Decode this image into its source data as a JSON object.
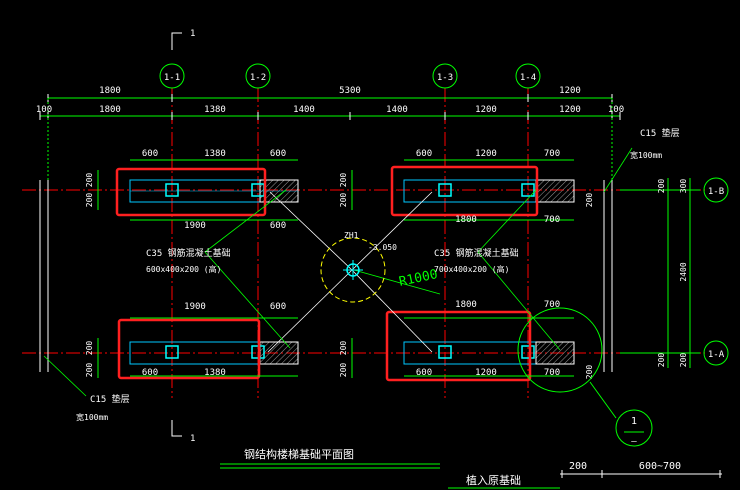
{
  "axes_top": {
    "h1": "1-1",
    "h2": "1-2",
    "h3": "1-3",
    "h4": "1-4"
  },
  "axes_right": {
    "b": "1-B",
    "a": "1-A"
  },
  "section_mark_top": "1",
  "section_mark_bottom": "1",
  "dims_row1": [
    "1800",
    "5300",
    "1200"
  ],
  "dims_row2": [
    "100",
    "1800",
    "1380",
    "1400",
    "1400",
    "1200",
    "1200",
    "100"
  ],
  "dims_upper_left": [
    "600",
    "1380",
    "600"
  ],
  "dims_upper_right": [
    "600",
    "1200",
    "700"
  ],
  "dims_lower_left_top": [
    "1900",
    "600"
  ],
  "dims_lower_right_top": [
    "1800",
    "700"
  ],
  "dims_lower_left_bottom": [
    "600",
    "1380"
  ],
  "dims_lower_right_bottom": [
    "600",
    "1200",
    "700"
  ],
  "dims_upper_left_bottom": [
    "1900",
    "600"
  ],
  "dims_upper_right_bottom": [
    "1800",
    "700"
  ],
  "dims_side_small": "200",
  "dims_right_vertical": [
    "200",
    "300",
    "2400",
    "200",
    "200"
  ],
  "labels": {
    "c15_top": "C15  垫层",
    "c15_top_width": "宽100mm",
    "c15_bottom": "C15  垫层",
    "c15_bottom_width": "宽100mm",
    "footing_left": "C35  钢筋混凝土基础",
    "footing_left_size": "600x400x200   (高)",
    "footing_right": "C35  钢筋混凝土基础",
    "footing_right_size": "700x400x200   (高)",
    "zh": "ZH1",
    "elevation": "-3.050",
    "radius": "R1000",
    "detail_top": "1",
    "detail_bottom": "—",
    "plan_title": "钢结构楼梯基础平面图",
    "embed_title": "植入原基础",
    "scale_200": "200",
    "scale_range": "600~700"
  },
  "colors": {
    "background": "#000000",
    "dim_line": "#00ff00",
    "dim_text": "#ffffff",
    "axis_line": "#ff0000",
    "footing": "#00c8ff",
    "column": "#00ffff",
    "highlight": "#ff2020",
    "circle": "#00ff00",
    "dashed_circle": "#ffff00"
  }
}
